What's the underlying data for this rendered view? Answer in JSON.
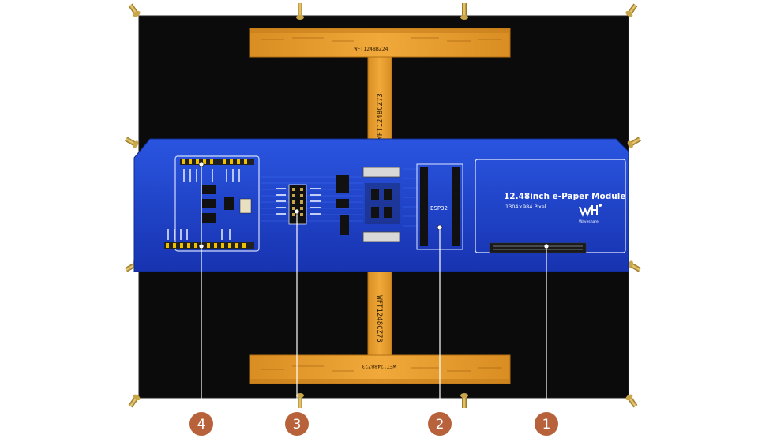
{
  "board": {
    "title": "12.48inch e-Paper Module",
    "resolution": "1304×984 Pixel",
    "brand": "Waveshare",
    "mcu_label": "ESP32"
  },
  "fpc": {
    "top_bar": "WFT1248BZ24",
    "top_vertical": "WFT1248CZ73",
    "bottom_vertical": "WFT1248CZ73",
    "bottom_bar": "WFT1248BZ23"
  },
  "callouts": [
    {
      "number": "1",
      "color": "#b8623c"
    },
    {
      "number": "2",
      "color": "#b8623c"
    },
    {
      "number": "3",
      "color": "#b8623c"
    },
    {
      "number": "4",
      "color": "#b8623c"
    }
  ],
  "colors": {
    "panel": "#0b0b0c",
    "pcb": "#1e3fc7",
    "fpc": "#e39a2a",
    "callout": "#b8623c"
  }
}
